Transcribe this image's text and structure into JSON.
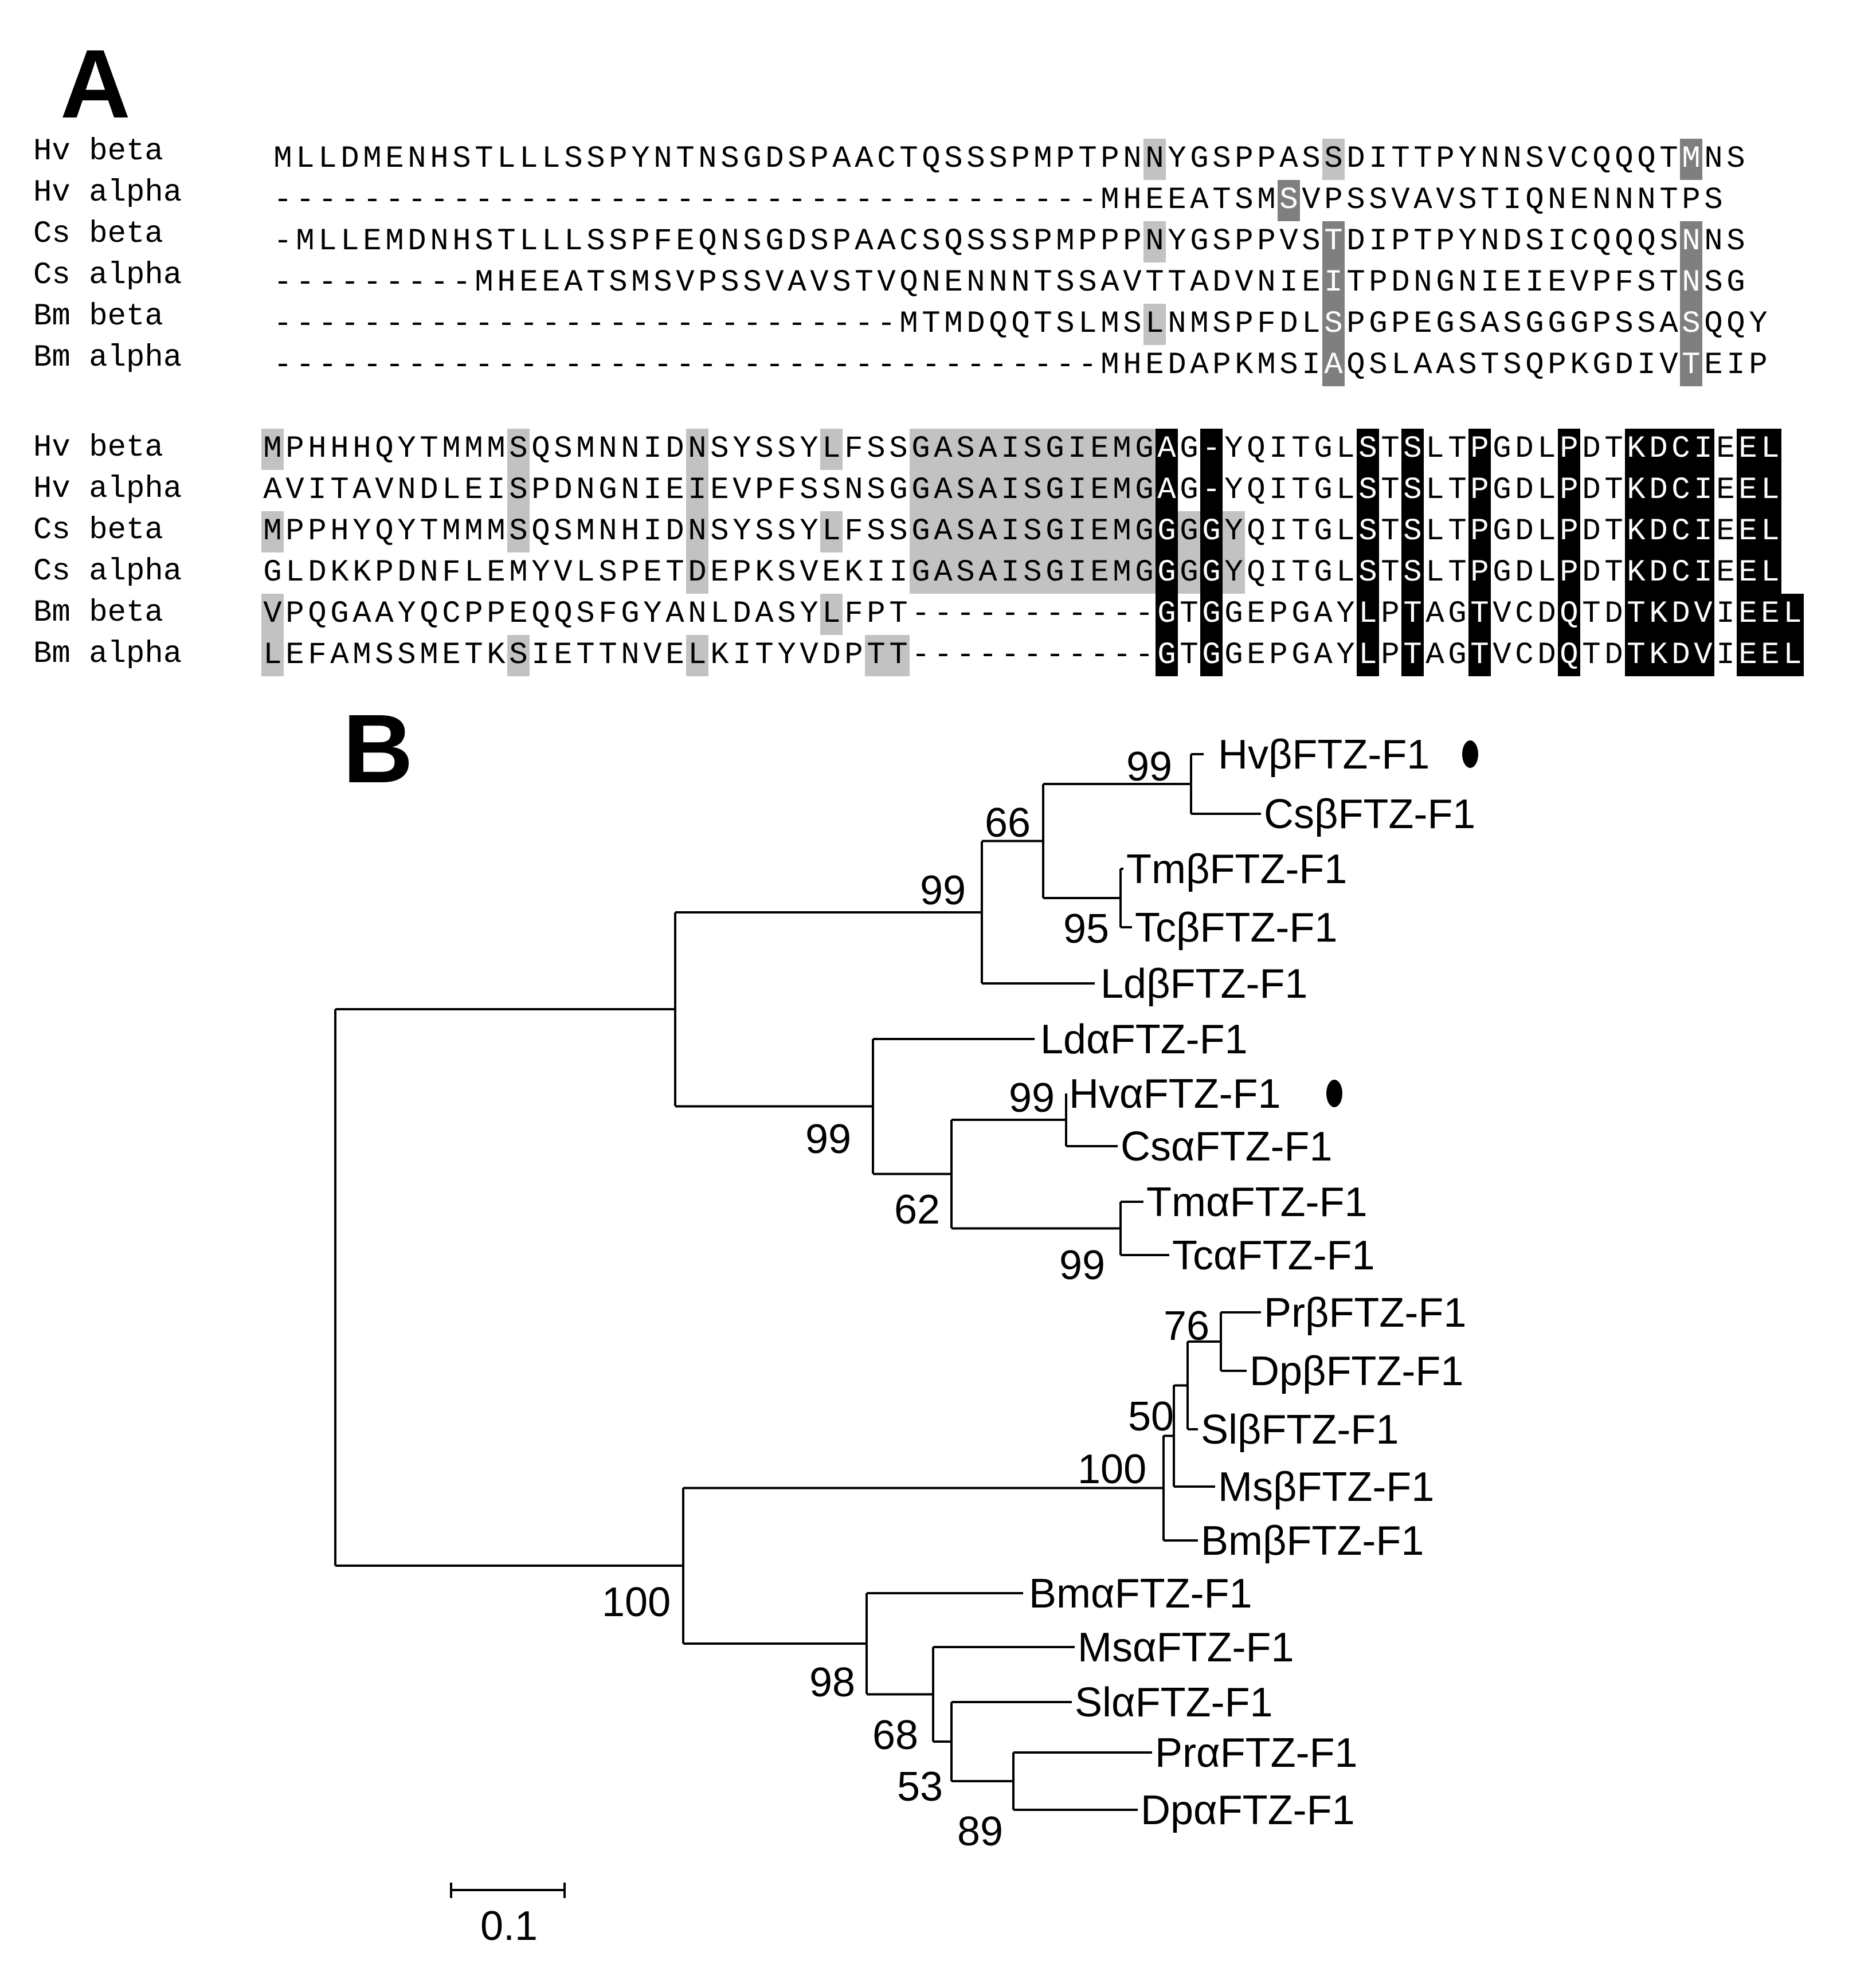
{
  "panel_a": {
    "letter": "A",
    "names": [
      "Hv beta",
      "Hv alpha",
      "Cs beta",
      "Cs alpha",
      "Bm beta",
      "Bm alpha"
    ],
    "block1": [
      "MLLDMENHSTLLLSSPYNTNSGDSPAACTQSSSPMPTPNNYGSPPASSDITTPYNNSVCQQQTMNS",
      "-------------------------------------MHEEATSMSVPSSVAVSTIQNENNNTPS",
      "-MLLEMDNHSTLLLSSPFEQNSGDSPAACSQSSSPMPPPNYGSPPVSTDIPTPYNDSICQQQSNNS",
      "---------MHEEATSMSVPSSVAVSTVQNENNNTSSAVTTADVNIEITPDNGNIEIEVPFSTNSG",
      "----------------------------MTMDQQTSLMSLNMSPFDLSPGPEGSASGGGPSSASQQY",
      "-------------------------------------MHEDAPKMSIAQSLAASTSQPKGDIVTEIP"
    ],
    "block2": [
      "MPHHHQYTMMMSQSMNNIDNSYSSYLFSSGASAISGIEMGAG-YQITGLSTSLTPGDLPDTKDCIEEL",
      "AVITAVNDLEISPDNGNIEIEVPFSSNSGGASAISGIEMGAG-YQITGLSTSLTPGDLPDTKDCIEEL",
      "MPPHYQYTMMMSQSMNHIDNSYSSYLFSSGASAISGIEMGGGGYQITGLSTSLTPGDLPDTKDCIEEL",
      "GLDKKPDNFLEMYVLSPETDEPKSVEKIIGASAISGIEMGGGGYQITGLSTSLTPGDLPDTKDCIEEL",
      "VPQGAAYQCPPEQQSFGYANLDASYLFPT-----------GTGGEPGAYLPTAGTVCDQTDTKDVIEEL",
      "LEFAMSSMETKSIETTNVELKITYVDPTT-----------GTGGEPGAYLPTAGTVCDQTDTKDVIEEL"
    ],
    "shade1": [
      "000000000000000000000000000000000000000100000001000000000000000200",
      "000000000000000000000000000000000000000000000200000000000000000000",
      "000000000000000000000000000000000000000100000002000000000000000200",
      "000000000000000000000000000000000000000000000002000000000000000200",
      "000000000000000000000000000000000000000100000002000000000000000200",
      "000000000000000000000000000000000000000000000002000000000000000200"
    ],
    "shade2": [
      "10000000000100000001000001000111111111113030000003030030003003333033333",
      "00000000000100000001000000000111111111113030000003030030003003333033333",
      "10000000000100000001000001000111111111113131000003030030003003333033333",
      "00000000000000000001000000000111111111113131000003030030003003333033333",
      "10000000000000000000000001000000000000003030000003030030003003333033333",
      "10000000000100000001000000011000000000003030000003030030003003333033333"
    ]
  },
  "panel_b": {
    "letter": "B",
    "leaves": [
      "HvβFTZ-F1",
      "CsβFTZ-F1",
      "TmβFTZ-F1",
      "TcβFTZ-F1",
      "LdβFTZ-F1",
      "LdαFTZ-F1",
      "HvαFTZ-F1",
      "CsαFTZ-F1",
      "TmαFTZ-F1",
      "TcαFTZ-F1",
      "PrβFTZ-F1",
      "DpβFTZ-F1",
      "SlβFTZ-F1",
      "MsβFTZ-F1",
      "BmβFTZ-F1",
      "BmαFTZ-F1",
      "MsαFTZ-F1",
      "SlαFTZ-F1",
      "PrαFTZ-F1",
      "DpαFTZ-F1"
    ],
    "bootstraps": [
      "99",
      "66",
      "95",
      "99",
      "99",
      "62",
      "99",
      "99",
      "76",
      "50",
      "100",
      "100",
      "98",
      "68",
      "53",
      "89"
    ],
    "scale_label": "0.1",
    "marked_leaves": [
      "HvβFTZ-F1",
      "HvαFTZ-F1"
    ]
  }
}
